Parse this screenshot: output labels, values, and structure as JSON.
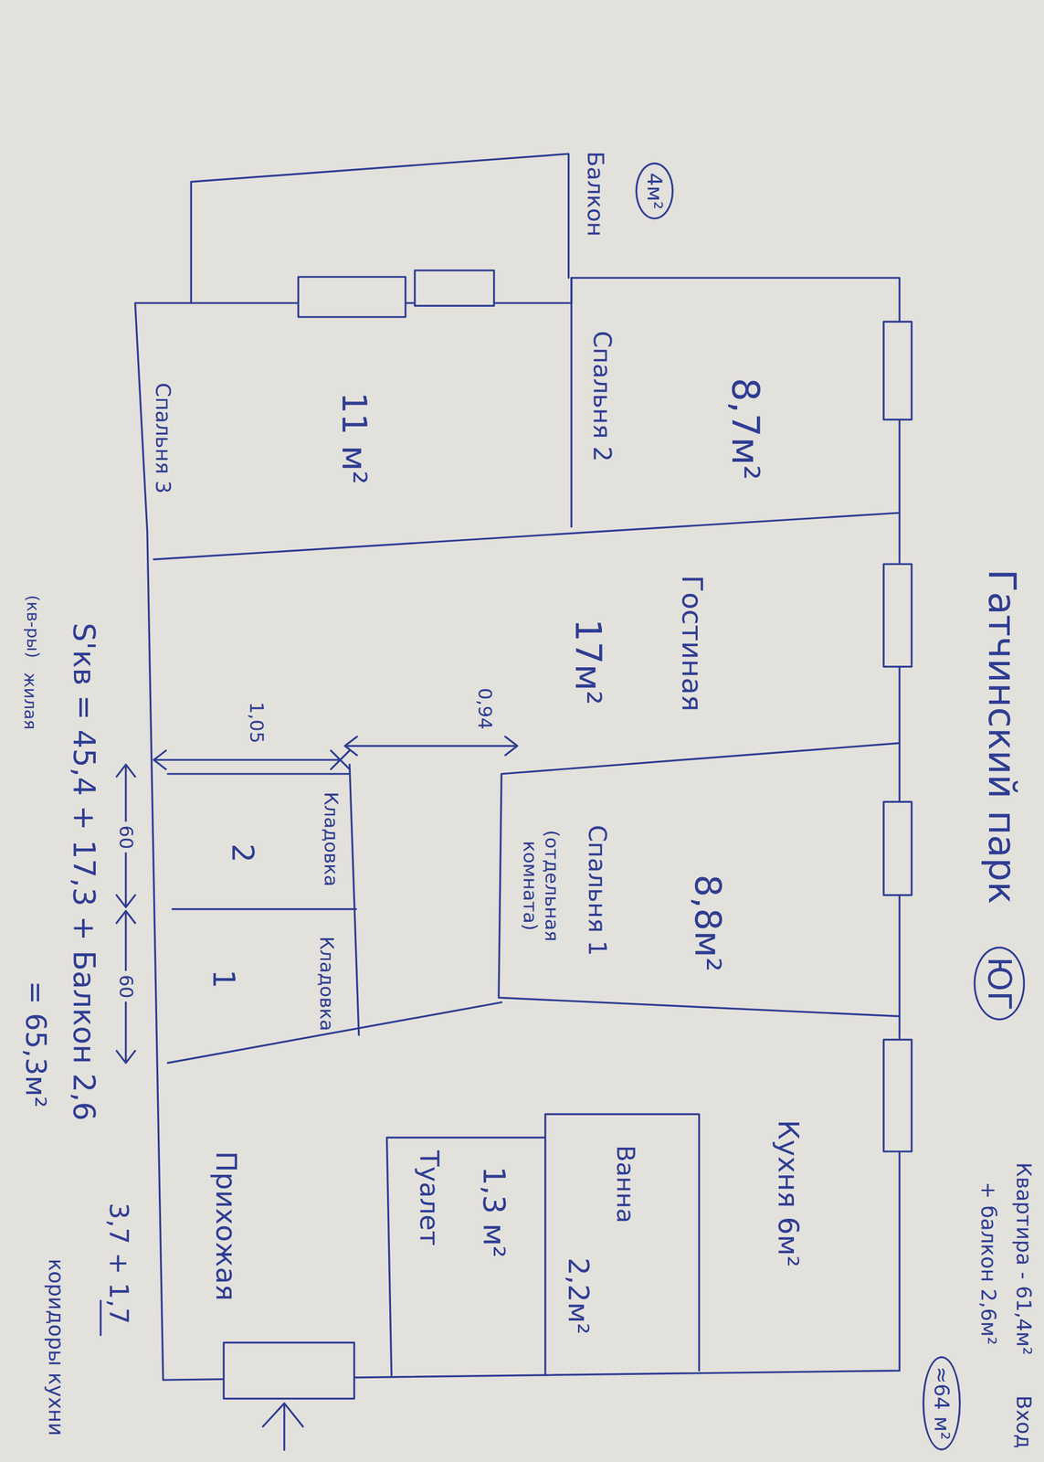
{
  "diagram": {
    "title": "Гатчинский парк",
    "nodes": [
      {
        "text": [
          "Балкон",
          "4м²"
        ]
      },
      {
        "text": [
          "Спальня 2",
          "8,7м²"
        ]
      },
      {
        "text": [
          "Спальня 3",
          "11 м²"
        ]
      },
      {
        "text": [
          "Гостиная",
          "17м²"
        ]
      },
      {
        "text": [
          "Спальня 1",
          "(отдельная комната)",
          "8,8м²"
        ]
      },
      {
        "text": [
          "Кладовка",
          "2"
        ]
      },
      {
        "text": [
          "Кладовка",
          "1"
        ]
      },
      {
        "text": [
          "Кухня 6м²"
        ]
      },
      {
        "text": [
          "Ванна",
          "2,2м²"
        ]
      },
      {
        "text": [
          "Туалет",
          "1,3 м²"
        ]
      },
      {
        "text": [
          "Прихожая"
        ]
      }
    ],
    "labels": [
      "ЮГ",
      "Квартира - 61,4м²",
      "+ балкон 2,6м²",
      "≈64 м²",
      "Вход",
      "0,94",
      "1,05",
      "60",
      "60",
      "3,7 + 1,7",
      "S'кв = 45,4 + 17,3 + Балкон 2,6",
      "(кв-ры)",
      "жилая",
      "коридоры кухни",
      "= 65,3м²"
    ]
  }
}
